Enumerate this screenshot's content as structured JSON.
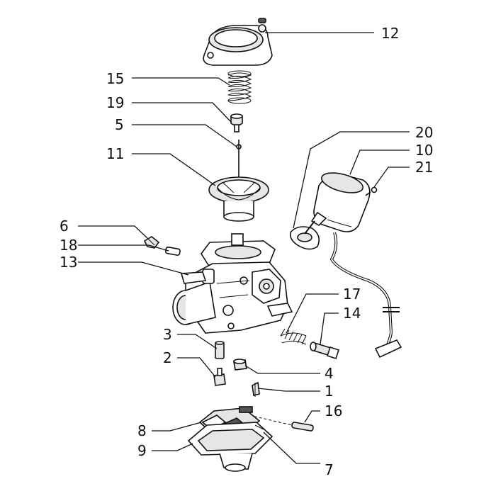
{
  "callouts": [
    {
      "id": "p12",
      "text": "12"
    },
    {
      "id": "p15",
      "text": "15"
    },
    {
      "id": "p19",
      "text": "19"
    },
    {
      "id": "p5",
      "text": "5"
    },
    {
      "id": "p11",
      "text": "11"
    },
    {
      "id": "p20",
      "text": "20"
    },
    {
      "id": "p10",
      "text": "10"
    },
    {
      "id": "p21",
      "text": "21"
    },
    {
      "id": "p6",
      "text": "6"
    },
    {
      "id": "p18",
      "text": "18"
    },
    {
      "id": "p13",
      "text": "13"
    },
    {
      "id": "p17",
      "text": "17"
    },
    {
      "id": "p14",
      "text": "14"
    },
    {
      "id": "p3",
      "text": "3"
    },
    {
      "id": "p2",
      "text": "2"
    },
    {
      "id": "p4",
      "text": "4"
    },
    {
      "id": "p1",
      "text": "1"
    },
    {
      "id": "p16",
      "text": "16"
    },
    {
      "id": "p8",
      "text": "8"
    },
    {
      "id": "p9",
      "text": "9"
    },
    {
      "id": "p7",
      "text": "7"
    }
  ]
}
